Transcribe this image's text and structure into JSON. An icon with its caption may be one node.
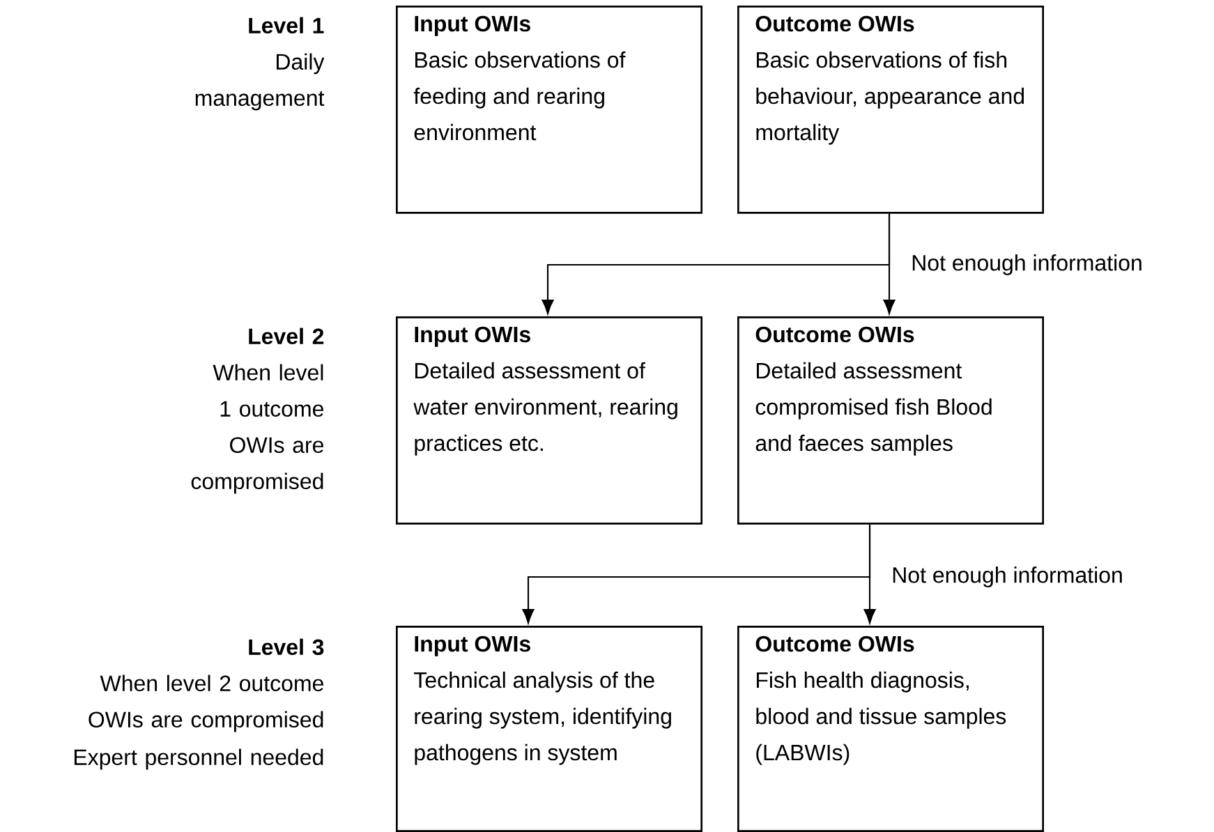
{
  "diagram": {
    "nodes": [
      {
        "text": [
          "Input OWIs",
          "Basic observations of feeding and rearing environment"
        ]
      },
      {
        "text": [
          "Outcome OWIs",
          "Basic observations of fish behaviour, appearance and mortality"
        ]
      },
      {
        "text": [
          "Input OWIs",
          "Detailed assessment of water environment, rearing practices etc."
        ]
      },
      {
        "text": [
          "Outcome OWIs",
          "Detailed assessment compromised fish Blood and faeces samples"
        ]
      },
      {
        "text": [
          "Input OWIs",
          "Technical analysis of the rearing system, identifying pathogens in system"
        ]
      },
      {
        "text": [
          "Outcome OWIs",
          "Fish health diagnosis, blood and tissue samples (LABWIs)"
        ]
      }
    ],
    "edges": [
      {
        "from": 1,
        "to": 2,
        "arrow": "to"
      },
      {
        "from": 1,
        "to": 3,
        "arrow": "to",
        "label": "Not enough information"
      },
      {
        "from": 3,
        "to": 4,
        "arrow": "to"
      },
      {
        "from": 3,
        "to": 5,
        "arrow": "to",
        "label": "Not enough information"
      }
    ],
    "labels": [
      "Level 1",
      "Daily management",
      "Level 2",
      "When level 1 outcome OWIs are compromised",
      "Level 3",
      "When level 2 outcome OWIs are compromised",
      "Expert personnel needed"
    ]
  }
}
